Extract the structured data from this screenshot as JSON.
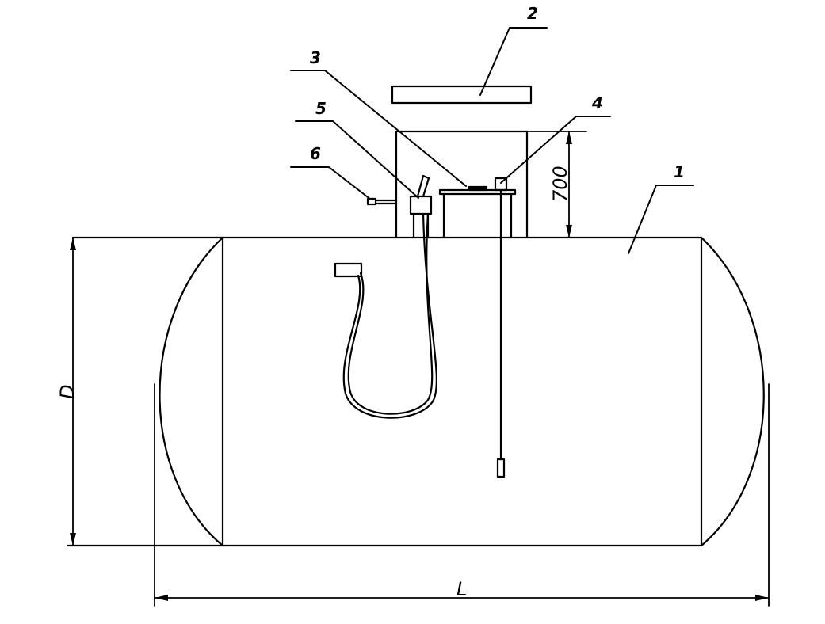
{
  "callouts": {
    "c1": "1",
    "c2": "2",
    "c3": "3",
    "c4": "4",
    "c5": "5",
    "c6": "6"
  },
  "dimensions": {
    "diameter": "D",
    "length": "L",
    "neck_height": "700"
  },
  "colors": {
    "line": "#000000",
    "background": "#ffffff"
  }
}
